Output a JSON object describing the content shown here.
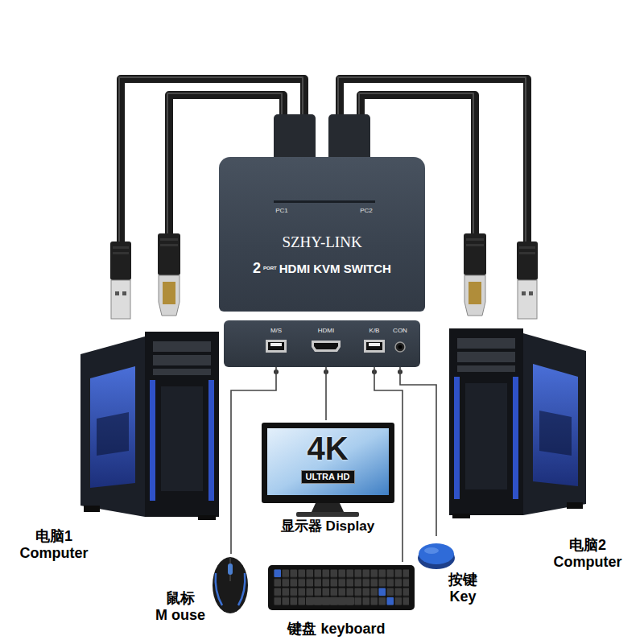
{
  "diagram": {
    "nodes": [
      {
        "text": [
          "PC1",
          "PC2",
          "SZHY-LINK",
          "2",
          "PORT",
          "HDMI KVM SWITCH"
        ]
      },
      {
        "text": [
          "M/S",
          "HDMI",
          "K/B",
          "CON"
        ]
      },
      {
        "text": [
          "电脑1 Computer"
        ]
      },
      {
        "text": [
          "4K",
          "ULTRA HD",
          "显示器 Display"
        ]
      },
      {
        "text": [
          "电脑2 Computer"
        ]
      },
      {
        "text": [
          "鼠标 M ouse"
        ]
      },
      {
        "text": [
          "键盘 keyboard"
        ]
      },
      {
        "text": [
          "按键 Key"
        ]
      }
    ],
    "edges": [
      {
        "from": 1,
        "to": 5,
        "arrow": "none"
      },
      {
        "from": 1,
        "to": 3,
        "arrow": "none"
      },
      {
        "from": 1,
        "to": 6,
        "arrow": "none"
      },
      {
        "from": 1,
        "to": 7,
        "arrow": "none"
      }
    ]
  }
}
